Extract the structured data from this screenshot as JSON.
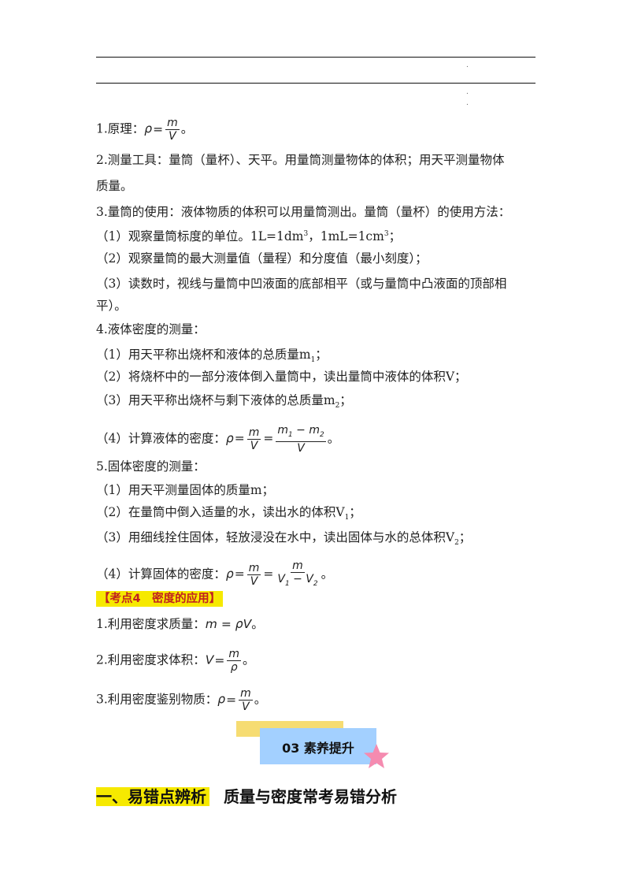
{
  "colors": {
    "highlight": "#f6e900",
    "label_red": "#c02020",
    "banner_yellow": "#f6dc72",
    "banner_blue": "#a3d0ff",
    "star_pink": "#f58bb0"
  },
  "header": {
    "dot1": ".",
    "dot2": ".",
    "dot3": "."
  },
  "sec3": {
    "l1_prefix": "1.原理：",
    "l1_rho": "ρ",
    "l1_eq": "=",
    "l1_num": "m",
    "l1_den": "V",
    "l1_end": "。",
    "l2a": "2.测量工具：量筒（量杯）、天平。用量筒测量物体的体积；用天平测量物体",
    "l2b": "质量。",
    "l3": "3.量筒的使用：液体物质的体积可以用量筒测出。量筒（量杯）的使用方法：",
    "l3_1a": "（1）观察量筒标度的单位。1L=1dm",
    "l3_1sup1": "3",
    "l3_1b": "，1mL=1cm",
    "l3_1sup2": "3",
    "l3_1c": "；",
    "l3_2": "（2）观察量筒的最大测量值（量程）和分度值（最小刻度）；",
    "l3_3a": "（3）读数时，视线与量筒中凹液面的底部相平（或与量筒中凸液面的顶部相",
    "l3_3b": "平）。",
    "l4": "4.液体密度的测量：",
    "l4_1": "（1）用天平称出烧杯和液体的总质量m",
    "l4_1sub": "1",
    "l4_1end": "；",
    "l4_2": "（2）将烧杯中的一部分液体倒入量筒中，读出量筒中液体的体积V；",
    "l4_3": "（3）用天平称出烧杯与剩下液体的总质量m",
    "l4_3sub": "2",
    "l4_3end": "；",
    "l4_4": "（4）计算液体的密度：",
    "l4_4_rho": "ρ",
    "l4_4_eq1": "=",
    "l4_4_n1": "m",
    "l4_4_d1": "V",
    "l4_4_eq2": "=",
    "l4_4_n2a": "m",
    "l4_4_n2s1": "1",
    "l4_4_n2op": " − m",
    "l4_4_n2s2": "2",
    "l4_4_d2": "V",
    "l4_4_end": "。",
    "l5": "5.固体密度的测量：",
    "l5_1": "（1）用天平测量固体的质量m；",
    "l5_2": "（2）在量筒中倒入适量的水，读出水的体积V",
    "l5_2sub": "1",
    "l5_2end": "；",
    "l5_3": "（3）用细线拴住固体，轻放浸没在水中，读出固体与水的总体积V",
    "l5_3sub": "2",
    "l5_3end": "；",
    "l5_4": "（4）计算固体的密度：",
    "l5_4_rho": "ρ",
    "l5_4_eq1": "=",
    "l5_4_n1": "m",
    "l5_4_d1": "V",
    "l5_4_eq2": "=",
    "l5_4_n2": "m",
    "l5_4_d2a": "V",
    "l5_4_d2s1": "1",
    "l5_4_d2op": " − V",
    "l5_4_d2s2": "2",
    "l5_4_end": "。"
  },
  "kaodian4": {
    "label": "【考点4　密度的应用】",
    "l1_prefix": "1.利用密度求质量：",
    "l1_formula": "m = ρV",
    "l1_end": "。",
    "l2_prefix": "2.利用密度求体积：",
    "l2_V": "V",
    "l2_eq": "=",
    "l2_num": "m",
    "l2_den": "ρ",
    "l2_end": "。",
    "l3_prefix": "3.利用密度鉴别物质：",
    "l3_rho": "ρ",
    "l3_eq": "=",
    "l3_num": "m",
    "l3_den": "V",
    "l3_end": "。"
  },
  "banner": {
    "text": "03 素养提升",
    "star_icon": "star-icon"
  },
  "heading": {
    "highlight": "一、易错点辨析",
    "rest": "质量与密度常考易错分析"
  }
}
